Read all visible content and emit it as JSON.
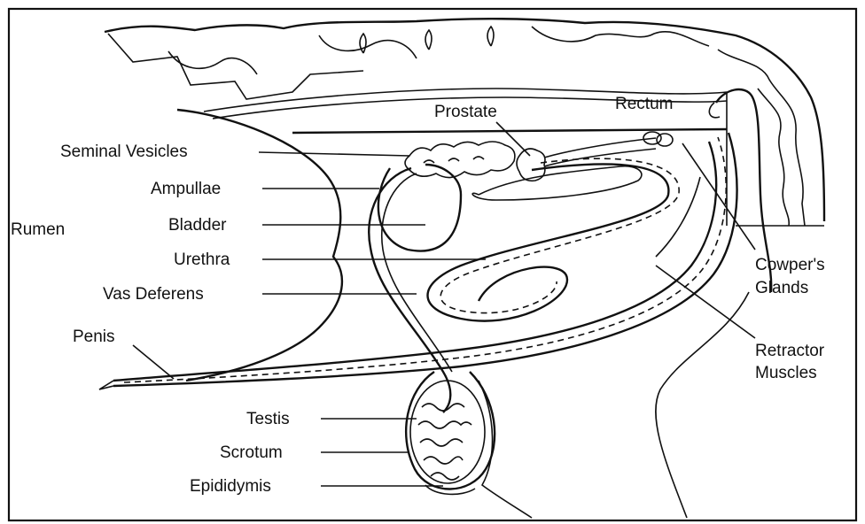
{
  "labels": {
    "prostate": "Prostate",
    "rectum": "Rectum",
    "seminal_vesicles": "Seminal Vesicles",
    "ampullae": "Ampullae",
    "rumen": "Rumen",
    "bladder": "Bladder",
    "urethra": "Urethra",
    "vas_deferens": "Vas Deferens",
    "penis": "Penis",
    "cowpers_line1": "Cowper's",
    "cowpers_line2": "Glands",
    "retractor_line1": "Retractor",
    "retractor_line2": "Muscles",
    "testis": "Testis",
    "scrotum": "Scrotum",
    "epididymis": "Epididymis"
  },
  "colors": {
    "ink": "#111111",
    "background": "#ffffff"
  }
}
